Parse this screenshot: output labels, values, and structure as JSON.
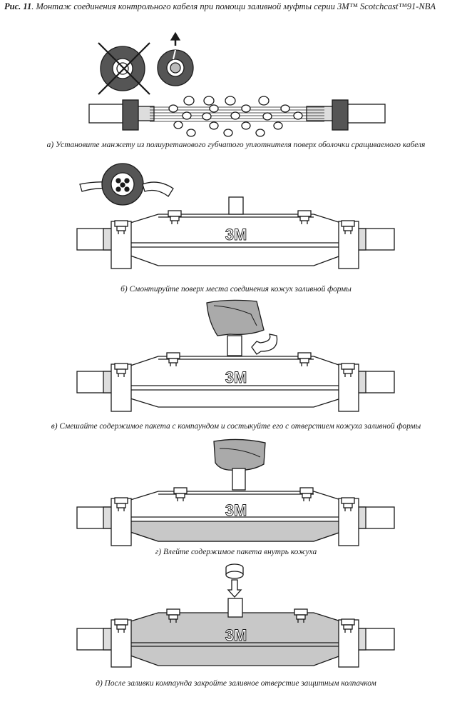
{
  "title": {
    "figure_label": "Рис. 11",
    "text": "Монтаж соединения контрольного кабеля при помощи заливной муфты серии 3M™ Scotchcast™91-NBA"
  },
  "steps": [
    {
      "caption": "а) Установите манжету из полиуретанового губчатого уплотнителя поверх оболочки сращиваемого кабеля"
    },
    {
      "caption": "б) Смонтируйте поверх места соединения кожух заливной формы",
      "logo": "3M"
    },
    {
      "caption": "в) Смешайте содержимое пакета с компаундом и состыкуйте его с отверстием кожуха заливной формы",
      "logo": "3M"
    },
    {
      "caption": "г) Влейте содержимое пакета внутрь кожуха",
      "logo": "3M"
    },
    {
      "caption": "д) После заливки компаунда закройте заливное отверстие защитным колпачком",
      "logo": "3M"
    }
  ],
  "colors": {
    "line": "#1a1a1a",
    "gray_fill": "#c8c8c8",
    "dark_fill": "#555555",
    "light_fill": "#ebebeb"
  }
}
